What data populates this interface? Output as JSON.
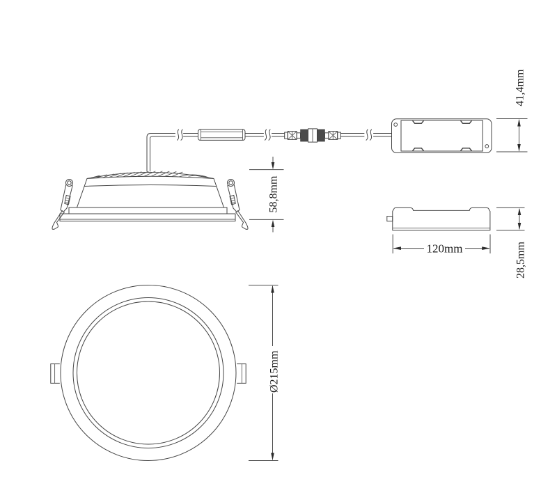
{
  "drawing": {
    "background_color": "#ffffff",
    "line_color": "#454545",
    "text_color": "#1c1c1c",
    "views": {
      "lamp_side_view": {
        "height_label": "58,8mm"
      },
      "driver_top_view": {
        "width_label": "41,4mm"
      },
      "driver_side_view": {
        "length_label": "120mm",
        "height_label": "28,5mm"
      },
      "lamp_front_view": {
        "diameter_label": "Ø215mm"
      }
    }
  }
}
